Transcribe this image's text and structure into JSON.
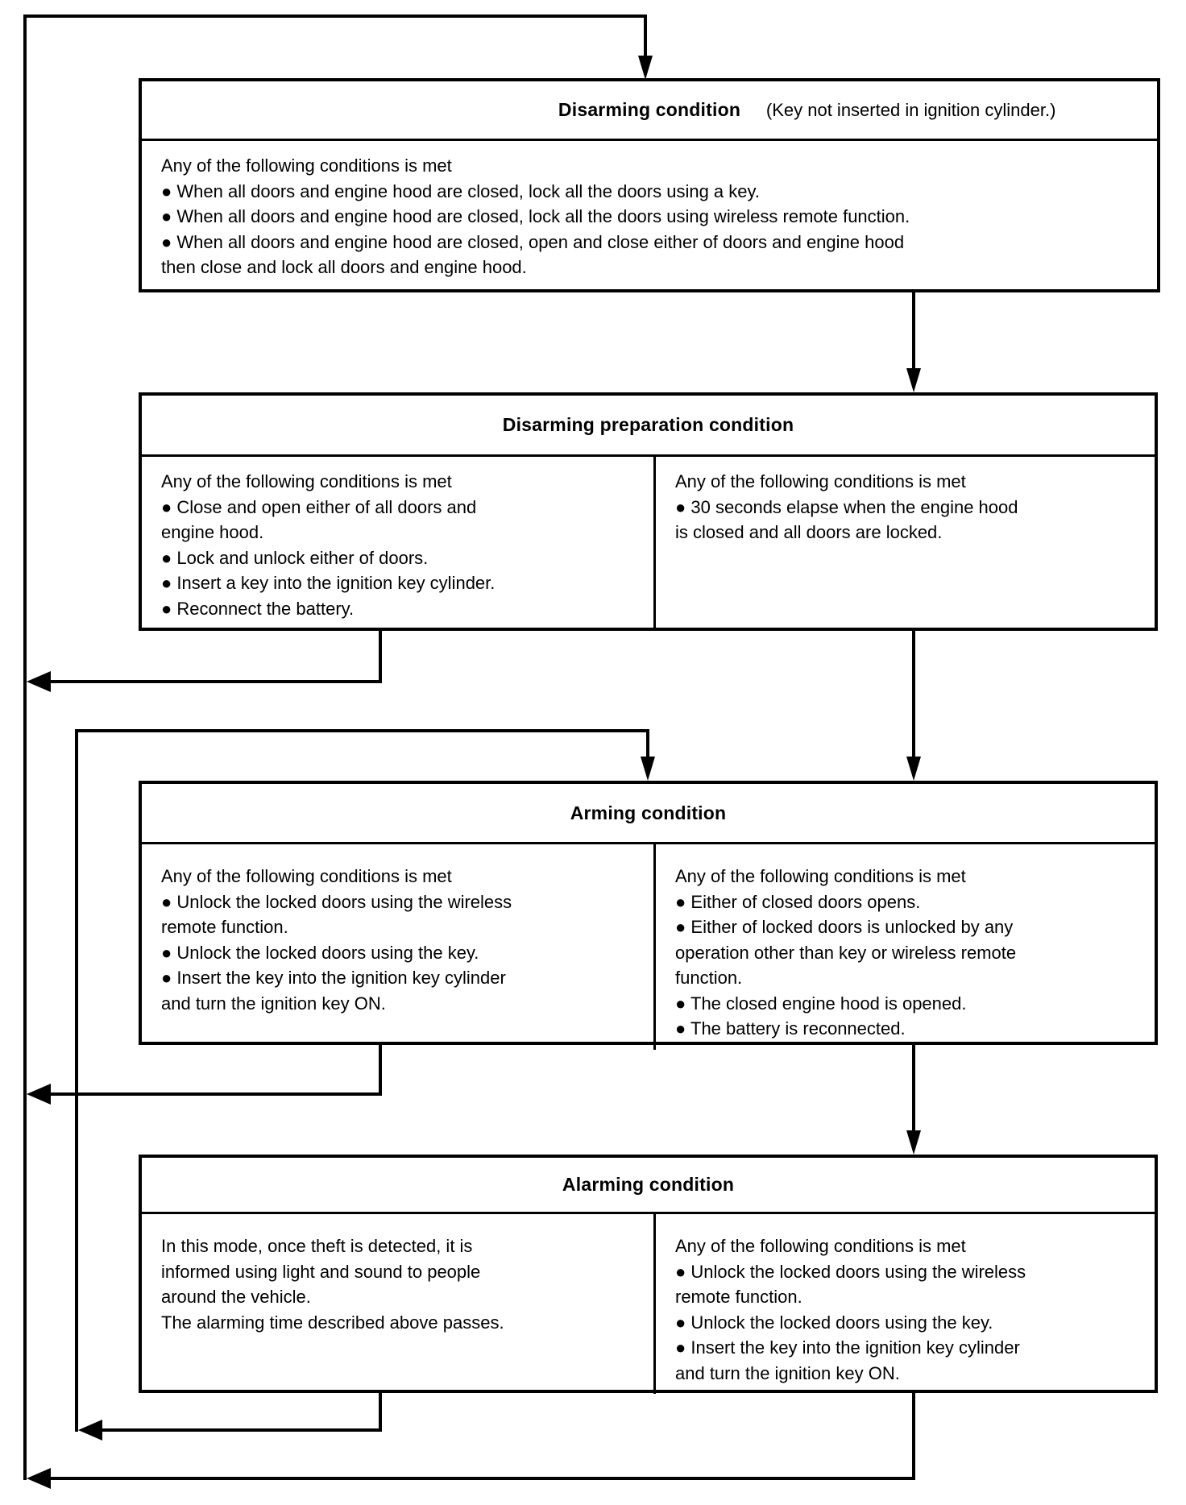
{
  "diagram": {
    "background_color": "#ffffff",
    "line_color": "#000000",
    "boxes": [
      {
        "id": "disarming",
        "title": "Disarming condition",
        "title_note": "(Key not inserted in ignition cylinder.)",
        "body": "Any of the following conditions is met\n● When all doors and engine hood are closed, lock all the doors using a key.\n● When all doors and engine hood are closed, lock all the doors using wireless remote function.\n● When all doors and engine hood are closed, open and close either of doors and engine hood\nthen close and lock all doors and engine hood."
      },
      {
        "id": "disarming-preparation",
        "title": "Disarming preparation condition",
        "left": "Any of the following conditions is met\n● Close and open either of all doors and\nengine hood.\n● Lock and unlock either of doors.\n● Insert a key into the ignition key cylinder.\n● Reconnect the battery.",
        "right": "Any of the following conditions is met\n● 30 seconds elapse when the engine hood\nis closed and all doors are locked."
      },
      {
        "id": "arming",
        "title": "Arming condition",
        "left": "Any of the following conditions is met\n● Unlock the locked doors using the wireless\nremote function.\n● Unlock the locked doors using the key.\n● Insert the key into the ignition key cylinder\nand turn the ignition key ON.",
        "right": "Any of the following conditions is met\n● Either of closed doors opens.\n● Either of locked doors is unlocked by any\noperation other than key or wireless remote\nfunction.\n● The closed engine hood is opened.\n● The battery is reconnected."
      },
      {
        "id": "alarming",
        "title": "Alarming condition",
        "left": "In this mode, once theft is detected, it is\ninformed using light and sound to people\naround the vehicle.\nThe alarming time described above passes.",
        "right": "Any of the following conditions is met\n● Unlock the locked doors using the wireless\nremote function.\n● Unlock the locked doors using the key.\n● Insert the key into the ignition key cylinder\nand turn the ignition key ON."
      }
    ]
  }
}
